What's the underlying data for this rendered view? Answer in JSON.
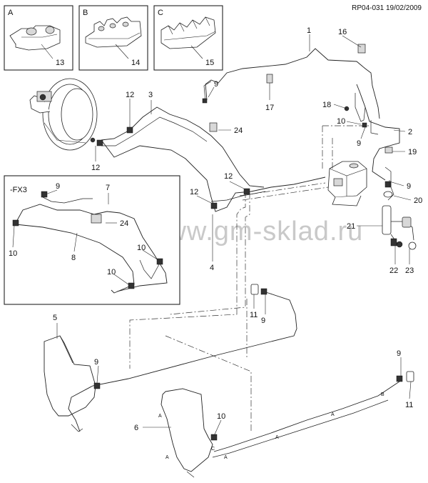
{
  "reference": "RP04-031 19/02/2009",
  "watermark": "www.gm-sklad.ru",
  "variant_label": "-FX3",
  "clip_boxes": [
    {
      "letter": "A",
      "callout": "13"
    },
    {
      "letter": "B",
      "callout": "14"
    },
    {
      "letter": "C",
      "callout": "15"
    }
  ],
  "callouts": {
    "c1": "1",
    "c16": "16",
    "c9a": "9",
    "c17": "17",
    "c12a": "12",
    "c3": "3",
    "c24a": "24",
    "c12b": "12",
    "c18": "18",
    "c10a": "10",
    "c9b": "9",
    "c2": "2",
    "c19": "19",
    "c9c": "9",
    "c20": "20",
    "c21": "21",
    "c22": "22",
    "c23": "23",
    "c12c": "12",
    "c12d": "12",
    "c4": "4",
    "c9d": "9",
    "c7": "7",
    "c24b": "24",
    "c10b": "10",
    "c8": "8",
    "c10c": "10",
    "c10d": "10",
    "c11a": "11",
    "c9e": "9",
    "c5": "5",
    "c9f": "9",
    "c6": "6",
    "c10e": "10",
    "c9g": "9",
    "c11b": "11"
  },
  "pipe_letters": {
    "a1": "A",
    "a2": "A",
    "a3": "A",
    "a4": "A",
    "a5": "A",
    "b1": "B",
    "c1": "C"
  }
}
